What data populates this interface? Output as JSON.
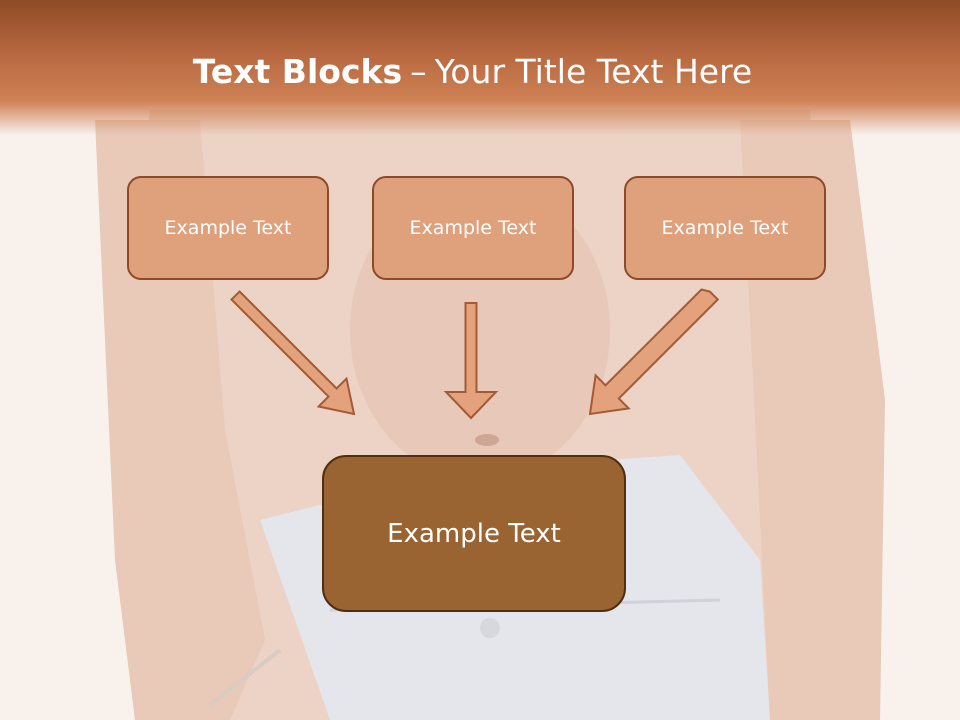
{
  "slide": {
    "title_bold": "Text Blocks",
    "title_dash": "–",
    "title_rest": "Your Title Text Here"
  },
  "blocks": {
    "top": [
      "Example Text",
      "Example Text",
      "Example Text"
    ],
    "bottom": "Example Text"
  },
  "colors": {
    "title_band": "#b86840",
    "small_box_fill": "#dfa07c",
    "small_box_border": "#8e4a28",
    "large_box_fill": "#9a6332",
    "arrow_fill": "#e3a27c",
    "arrow_stroke": "#a55a35"
  }
}
